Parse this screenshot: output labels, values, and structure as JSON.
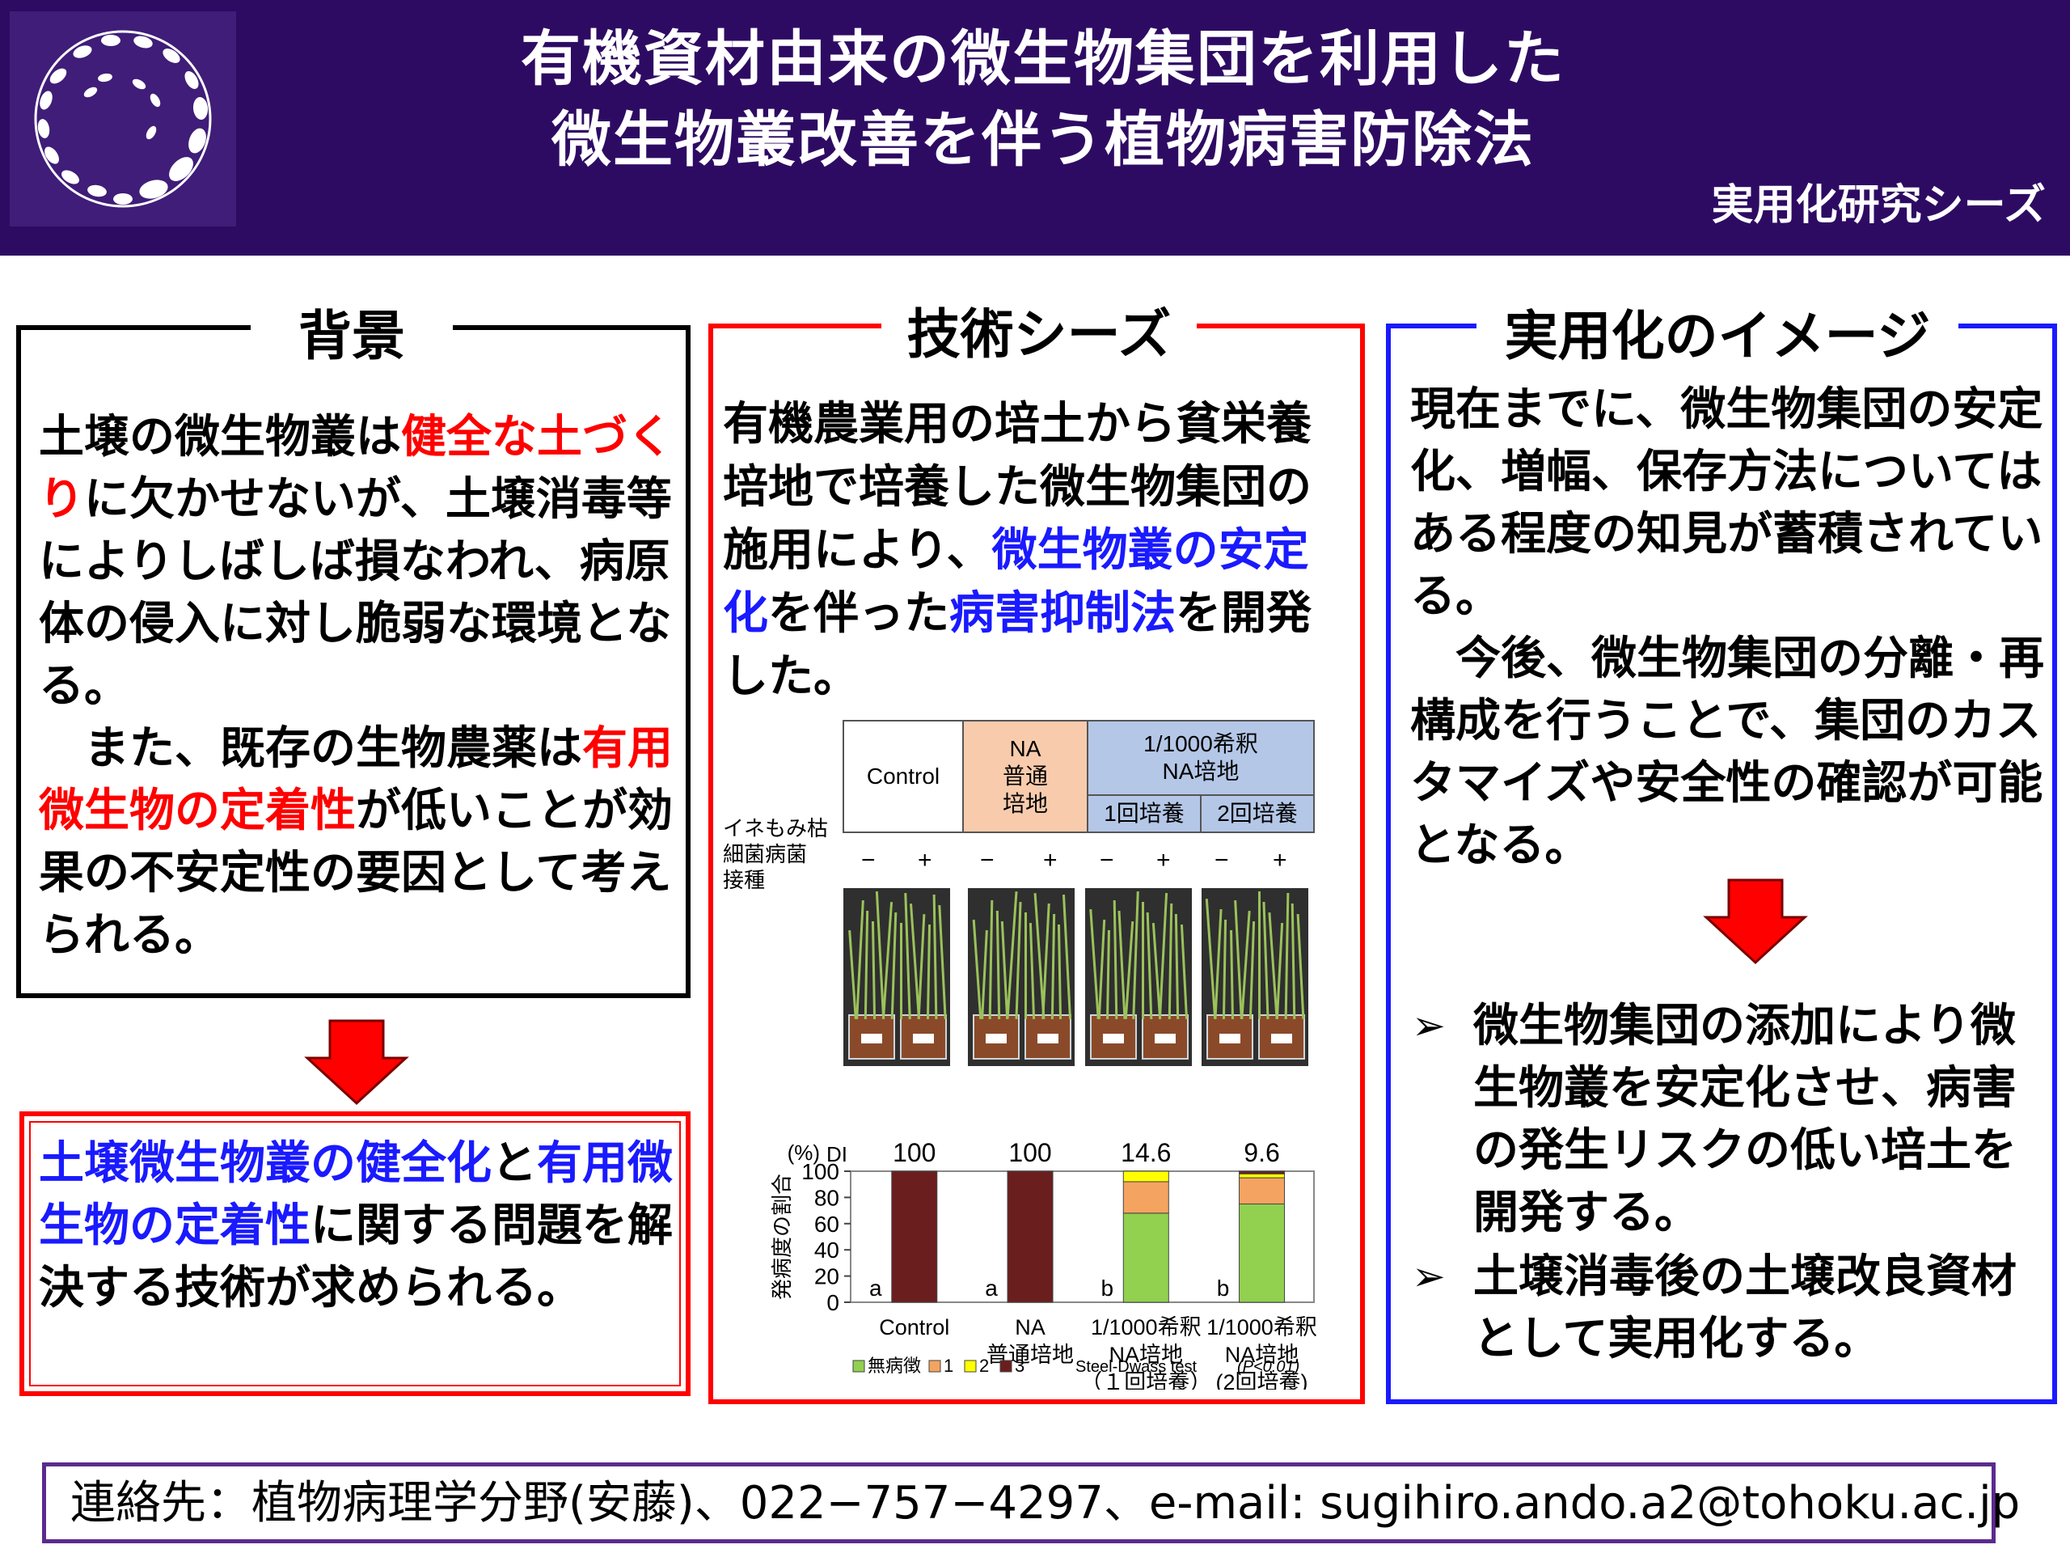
{
  "header": {
    "title_line1": "有機資材由来の微生物集団を利用した",
    "title_line2": "微生物叢改善を伴う植物病害防除法",
    "series_label": "実用化研究シーズ",
    "colors": {
      "header_bg": "#2e0b63",
      "logo_bg": "#3f1d78"
    }
  },
  "background": {
    "title": "背景",
    "p1_a": "土壌の微生物叢は",
    "p1_red": "健全な土づくり",
    "p1_b": "に欠かせないが、土壌消毒等によりしばしば損なわれ、病原体の侵入に対し脆弱な環境となる。",
    "p2_a": "また、既存の生物農薬は",
    "p2_red": "有用微生物の定着性",
    "p2_b": "が低いことが効果の不安定性の要因として考えられる。"
  },
  "conclusion": {
    "blue1": "土壌微生物叢の健全化",
    "mid": "と",
    "blue2": "有用微生物の定着性",
    "rest": "に関する問題を解決する技術が求められる。"
  },
  "tech": {
    "title": "技術シーズ",
    "t1": "有機農業用の培土から貧栄養培地で培養した微生物集団の施用により、",
    "b1": "微生物叢の安定化",
    "t2": "を伴った",
    "b2": "病害抑制法",
    "t3": "を開発した。"
  },
  "figure": {
    "header": {
      "control": "Control",
      "na": "NA\n普通\n培地",
      "dil": "1/1000希釈\nNA培地",
      "once": "1回培養",
      "twice": "2回培養"
    },
    "inoc_label": "イネもみ枯\n細菌病菌\n接種",
    "signs": [
      "−",
      "+",
      "−",
      "+",
      "−",
      "+",
      "−",
      "+"
    ],
    "colors": {
      "na_bg": "#f8cbad",
      "dil_bg": "#b4c7e7"
    }
  },
  "chart_data": {
    "type": "bar",
    "stacked": true,
    "ylabel": "発病度の割合",
    "yunit": "(%)",
    "ylim": [
      0,
      100
    ],
    "yticks": [
      0,
      20,
      40,
      60,
      80,
      100
    ],
    "di_label": "DI",
    "categories": [
      "Control",
      "NA\n普通培地",
      "1/1000希釈\nNA培地\n（１回培養）",
      "1/1000希釈\nNA培地\n(2回培養)"
    ],
    "di_values": [
      "100",
      "100",
      "14.6",
      "9.6"
    ],
    "sig_letters": [
      "a",
      "a",
      "b",
      "b"
    ],
    "series": [
      {
        "name": "無病徴",
        "color": "#92d050",
        "values": [
          0,
          0,
          68,
          75
        ]
      },
      {
        "name": "1",
        "color": "#f4a460",
        "values": [
          0,
          0,
          24,
          20
        ]
      },
      {
        "name": "2",
        "color": "#ffff00",
        "values": [
          0,
          0,
          8,
          3
        ]
      },
      {
        "name": "3",
        "color": "#6b1e1e",
        "values": [
          100,
          100,
          0,
          2
        ]
      }
    ],
    "test_label": "Steel-Dwass test",
    "p_label": "(P<0.01)"
  },
  "implementation": {
    "title": "実用化のイメージ",
    "p1": "現在までに、微生物集団の安定化、増幅、保存方法についてはある程度の知見が蓄積されている。",
    "p2": "今後、微生物集団の分離・再構成を行うことで、集団のカスタマイズや安全性の確認が可能となる。",
    "bullet_mark": "➢",
    "bullets": [
      "微生物集団の添加により微生物叢を安定化させ、病害の発生リスクの低い培土を開発する。",
      "土壌消毒後の土壌改良資材として実用化する。"
    ]
  },
  "footer": {
    "text": "連絡先：植物病理学分野(安藤)、022−757−4297、e-mail: sugihiro.ando.a2@tohoku.ac.jp"
  }
}
